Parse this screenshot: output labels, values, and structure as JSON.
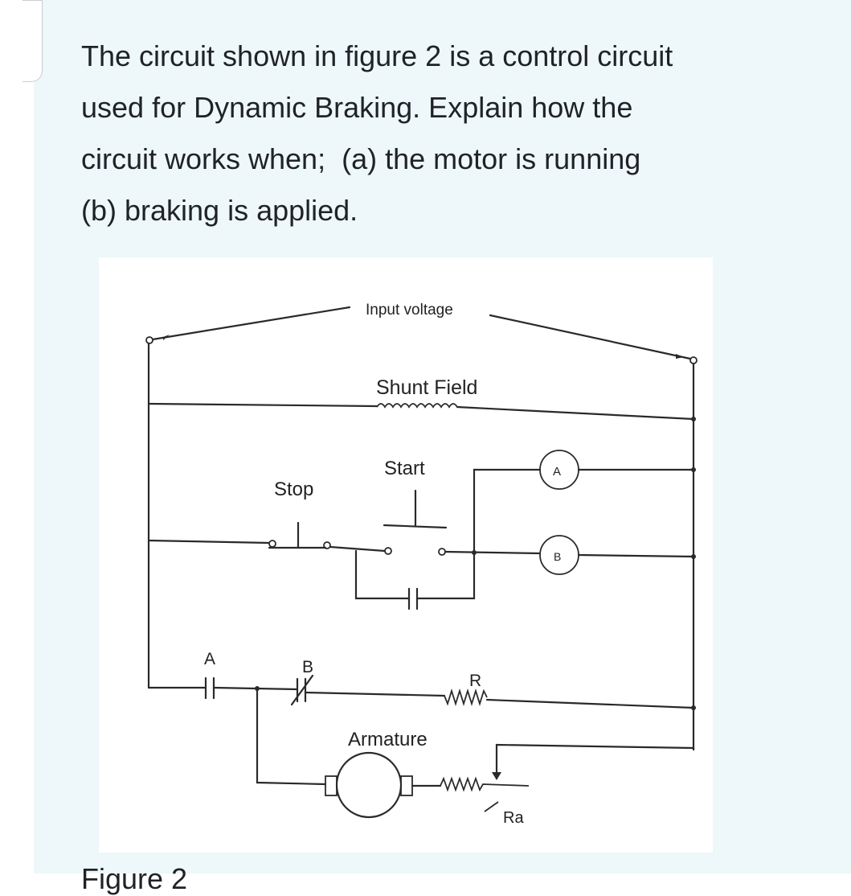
{
  "question": {
    "text": "The circuit shown in figure 2 is a control circuit\nused for Dynamic Braking. Explain how the\ncircuit works when;  (a) the motor is running\n(b) braking is applied."
  },
  "figure": {
    "labels": {
      "input_voltage": "Input voltage",
      "shunt_field": "Shunt Field",
      "start": "Start",
      "stop": "Stop",
      "coil_a": "A",
      "coil_b": "B",
      "contact_a": "A",
      "contact_b": "B",
      "resistor_r": "R",
      "armature": "Armature",
      "rheostat_ra": "Ra"
    }
  },
  "caption": {
    "text": "Figure 2"
  },
  "colors": {
    "page_background": "#eef7fa",
    "figure_background": "#ffffff",
    "text": "#1f2328",
    "wire": "#2a2a2a"
  }
}
